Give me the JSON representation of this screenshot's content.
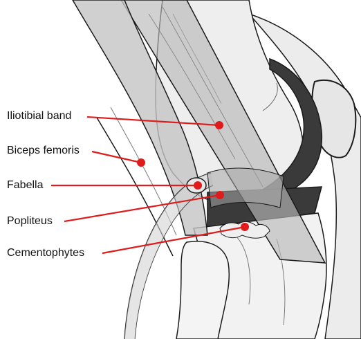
{
  "diagram": {
    "labels": [
      {
        "id": "iliotibial",
        "text": "Iliotibial band"
      },
      {
        "id": "biceps",
        "text": "Biceps femoris"
      },
      {
        "id": "fabella",
        "text": "Fabella"
      },
      {
        "id": "popliteus",
        "text": "Popliteus"
      },
      {
        "id": "cementophytes",
        "text": "Cementophytes"
      }
    ],
    "colors": {
      "leader": "#dd1c1c",
      "marker": "#e01b1b",
      "outline": "#1a1a1a",
      "tissue": "#c9c9c9",
      "tissue_light": "#dcdcdc",
      "cartilage": "#3a3a3a",
      "background": "#ffffff"
    }
  }
}
